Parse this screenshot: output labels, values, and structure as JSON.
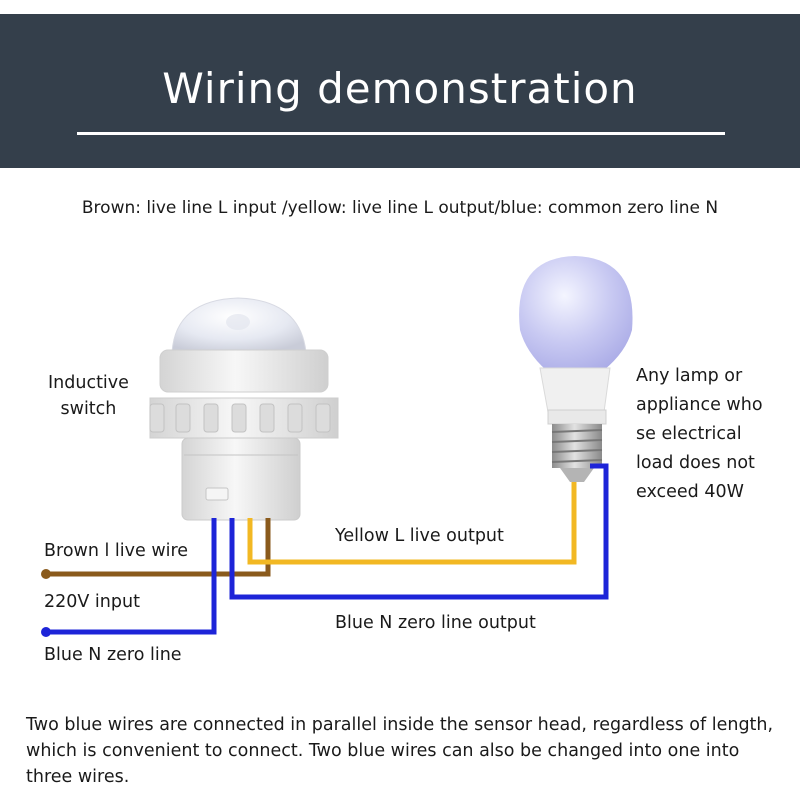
{
  "header": {
    "title": "Wiring demonstration"
  },
  "legend": "Brown: live line L input /yellow: live line L output/blue: common zero line N",
  "labels": {
    "inductive_switch": "Inductive\nswitch",
    "lamp_note": "Any lamp or\nappliance who\nse electrical\nload does not\nexceed 40W",
    "yellow_output": "Yellow L live output",
    "brown_wire": "Brown l live wire",
    "input_220v": "220V input",
    "blue_output": "Blue N zero line output",
    "blue_zero": "Blue N zero line"
  },
  "footer": "Two blue wires are connected in parallel inside the sensor head, regardless of length, which is convenient to connect. Two blue wires can also be changed into one into three wires.",
  "colors": {
    "header_bg": "#343f4b",
    "brown": "#8a5a1c",
    "yellow": "#f2b823",
    "blue": "#1d24d8"
  }
}
